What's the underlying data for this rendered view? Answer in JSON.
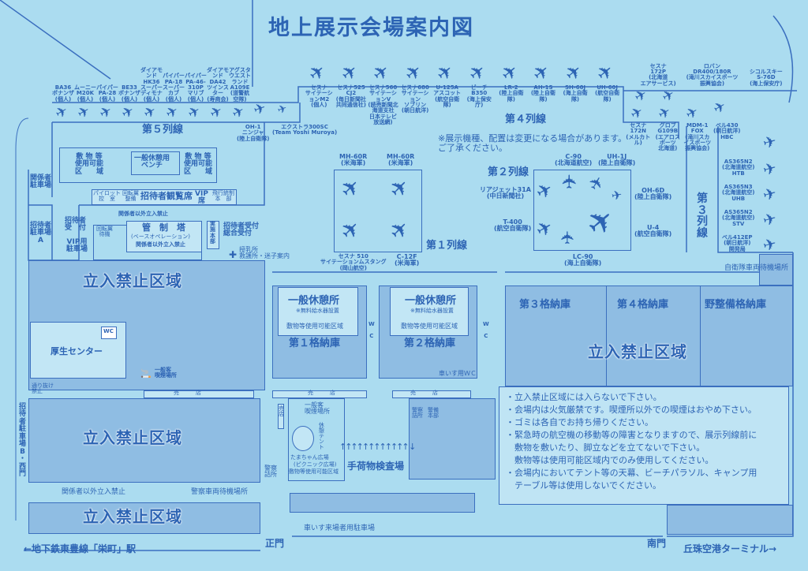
{
  "title": "地上展示会場案内図",
  "notice_top": "※展示機種、配置は変更になる場合があります。\nご了承ください。",
  "rows": {
    "r1": "第１列線",
    "r2": "第２列線",
    "r3": "第\n３\n列\n線",
    "r4": "第４列線",
    "r5": "第５列線"
  },
  "aircraft": {
    "row5": [
      "BA36\nボナンザ\n(個人)",
      "ムーニー\nM20K\n(個人)",
      "パイパー\nPA-28\n(個人)",
      "BE33\nボナンザ\n(個人)",
      "ダイアモンド\nHK36\nスーパーディモナ\n(個人)",
      "パイパー\nPA-18\nスーパーカブ\n(個人)",
      "パイパー\nPA-46-310P\nマリブ\n(個人)",
      "ダイアモンド\nDA42\nツインスター\n(寿商会)",
      "アグスタウエストランド\nA109E\n(道警航空隊)"
    ],
    "row5_low": [
      "OH-1\nニンジャ\n(陸上自衛隊)",
      "エクストラ300SC\n(Team Yoshi Muroya)"
    ],
    "row4": [
      "セスナ\nサイテーションM2\n(個人)",
      "セスナ525\nCJ2\n(毎日新聞社\n共同通信社)",
      "セスナ560\nサイテーションV\n(読売新聞北海道支社\n日本テレビ放送網)",
      "セスナ680\nサイテーション\nソブリン\n(朝日航洋)",
      "U-125A\nアスコット\n(航空自衛隊)",
      "ビーチ\nB350\n(海上保安庁)",
      "LR-2\n(陸上自衛隊)",
      "AH-1S\n(陸上自衛隊)",
      "SH-60J\n(海上自衛隊)",
      "UH-60J\n(航空自衛隊)"
    ],
    "top_right": [
      "セスナ\n172P\n(北海道\nエアサービス)",
      "ロバン\nDR400/180R\n(滝川スカイスポーツ\n振興協会)",
      "シコルスキー\nS-76D\n(海上保安庁)"
    ],
    "row3_top": [
      "セスナ\n172N\n(メルカトル)",
      "グロブ\nG109B\n(エアロスポーツ\n北海道)",
      "MDM-1\nFOX\n(滝川スカイスポーツ\n振興協会)",
      "ベル430\n(朝日航洋)\nHBC"
    ],
    "row3": [
      "AS365N2\n(北海道航空)\nHTB",
      "AS365N3\n(北海道航空)\nUHB",
      "AS365N2\n(北海道航空)\nSTV",
      "ベル412EP\n(朝日航洋)\n開発局"
    ],
    "row1": [
      "MH-60R\n(米海軍)",
      "MH-60R\n(米海軍)",
      "セスナ 510\nサイテーションムスタング\n(岡山航空)",
      "C-12F\n(米海軍)"
    ],
    "row2": [
      "C-90\n(北海道航空)",
      "UH-1J\n(陸上自衛隊)",
      "リアジェット31A\n(中日新聞社)",
      "T-400\n(航空自衛隊)",
      "OH-6D\n(陸上自衛隊)",
      "U-4\n(航空自衛隊)",
      "LC-90\n(海上自衛隊)"
    ]
  },
  "facilities": {
    "staff_parking": "関係者\n駐車場",
    "guest_parking_a": "招待者\n駐車場\nA",
    "guest_reception": "招待者\n受　付",
    "vip_parking": "VIP用\n駐車場",
    "mat_area_left": "敷 物 等\n使用可能\n区　　域",
    "bench": "一般休憩用\nベンチ",
    "mat_area_right": "敷 物 等\n使用可能\n区　　域",
    "pilot_room": "パイロット\n控　室",
    "rotor_maint": "回転翼\n整備",
    "guest_stand": "招待者観覧席",
    "vip_seat": "VIP\n席",
    "flight_control": "飛行統制\n本　部",
    "staff_only_1": "関係者以外立入禁止",
    "rotor_wait": "回転翼\n待機",
    "control_tower": "管　制　塔",
    "control_tower_sub": "(ベースオペレーション)",
    "staff_only_2": "関係者以外立入禁止",
    "hq": "実\n施\n本\n部",
    "general_reception": "招待者受付\n総合受付",
    "nursing": "授乳所\n救護所・迷子案内",
    "restricted": "立入禁止区域",
    "welfare_center": "厚生センター",
    "wc": "WC",
    "smoking": "一般客\n喫煙場所",
    "no_through": "通り抜け\n禁止",
    "guest_parking_b": "招\n待\n者\n駐\n車\n場\nB\n・\n西\n門",
    "shop": "売　　　店",
    "shop_v": "売\n店",
    "staff_only_3": "関係者以外立入禁止",
    "police_wait": "警察車両待機場所",
    "police_box": "警察\n詰所",
    "security_hq": "警備\n本部",
    "rest_tent": "休憩テント",
    "tama_plaza": "たまちゃん広場",
    "picnic": "(ピクニック広場)",
    "mat_ok": "敷物等使用可能区域",
    "baggage_check": "手荷物検査場",
    "wheelchair_parking": "車いす来場者用駐車場",
    "rest_area": "一般休憩所",
    "water": "※無料給水器設置",
    "hangar1": "第１格納庫",
    "hangar2": "第２格納庫",
    "hangar3": "第３格納庫",
    "hangar4": "第４格納庫",
    "field_hangar": "野整備格納庫",
    "wheelchair_wc": "車いす用ＷＣ",
    "sdf_vehicle": "自衛隊車両待機場所",
    "wc_v": "W\n\nC"
  },
  "directions": {
    "subway": "←地下鉄東豊線「栄町」駅",
    "main_gate": "正門",
    "south_gate": "南門",
    "terminal": "丘珠空港ターミナル→"
  },
  "rules": [
    "・立入禁止区域には入らないで下さい。",
    "・会場内は火気厳禁です。喫煙所以外での喫煙はおやめ下さい。",
    "・ゴミは各自でお持ち帰りください。",
    "・緊急時の航空機の移動等の障害となりますので、展示列線前に\n　敷物を敷いたり、脚立などを立てないで下さい。\n　敷物等は使用可能区域内でのみ使用してください。",
    "・会場内においてテント等の天幕、ビーチパラソル、キャンプ用\n　テーブル等は使用しないでください。"
  ]
}
